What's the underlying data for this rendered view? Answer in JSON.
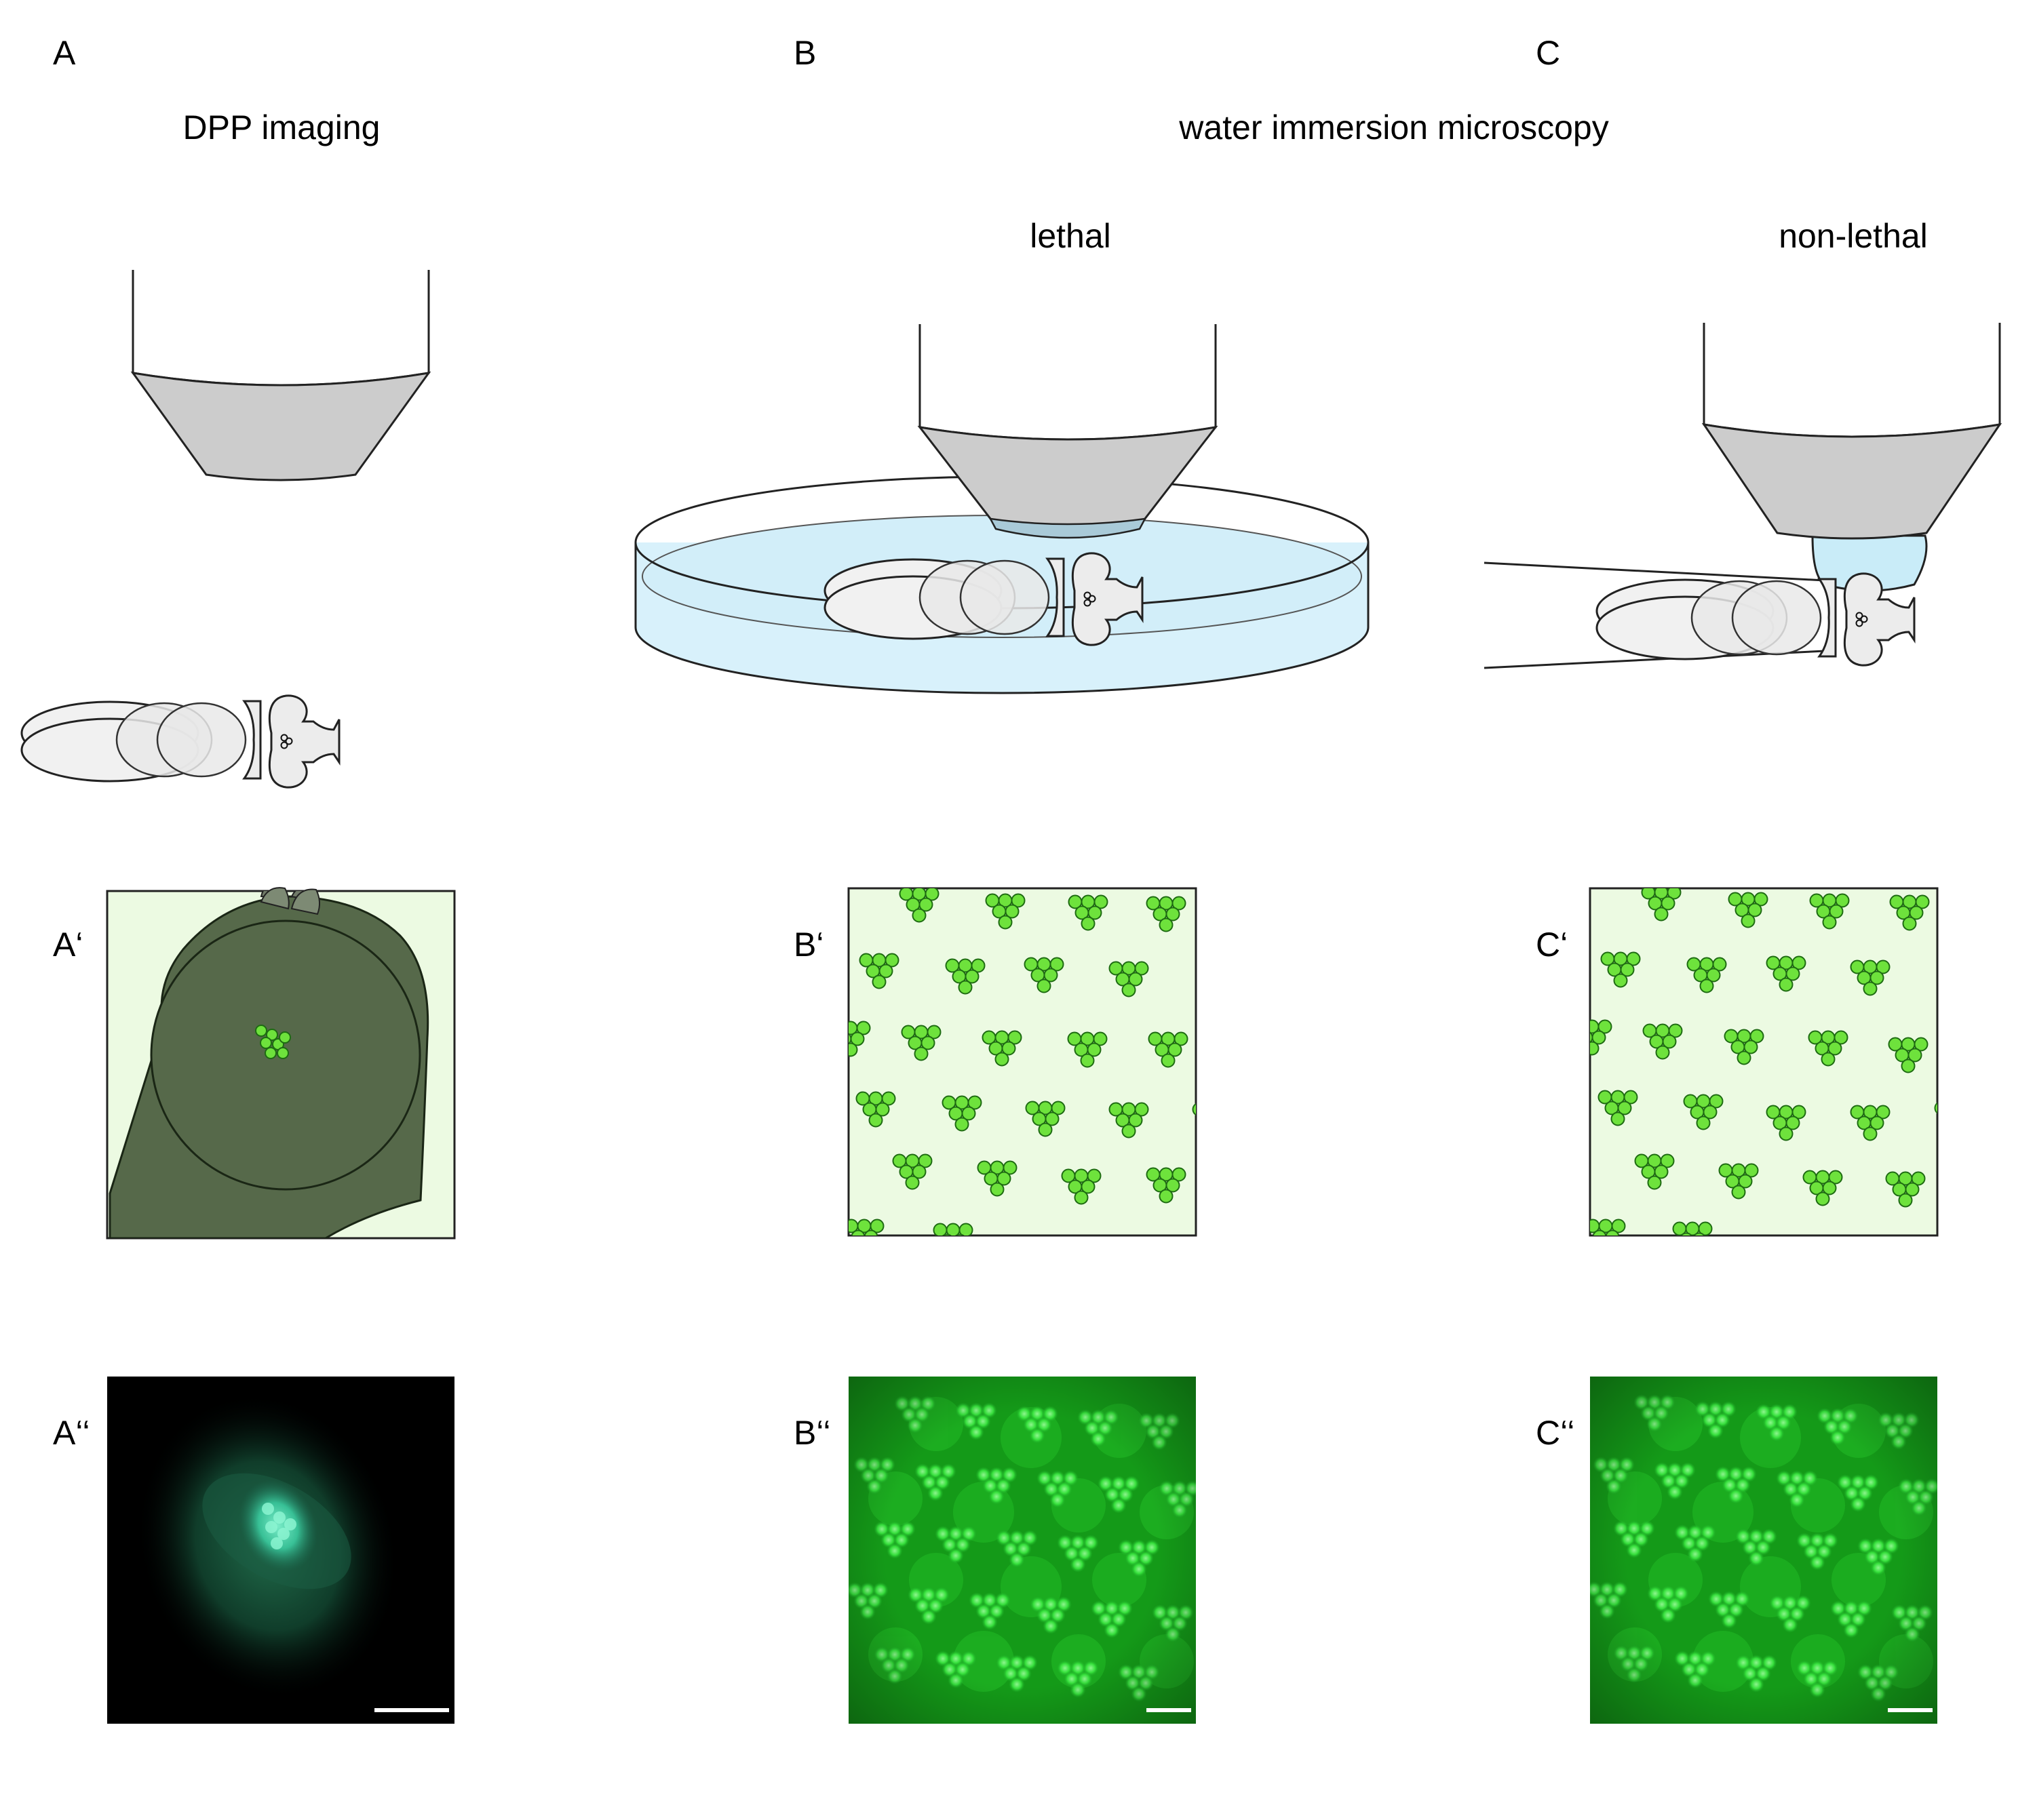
{
  "panels": {
    "A": "A",
    "B": "B",
    "C": "C",
    "A1": "A‘",
    "B1": "B‘",
    "C1": "C‘",
    "A2": "A‘‘",
    "B2": "B‘‘",
    "C2": "C‘‘"
  },
  "headings": {
    "dpp": "DPP imaging",
    "water": "water immersion microscopy",
    "lethal": "lethal",
    "nonlethal": "non-lethal"
  },
  "colors": {
    "objective_gray": "#cccccc",
    "water_blue": "#d8f1fb",
    "water_drop": "#c9ecf8",
    "lens_tip": "#a9cad8",
    "fly_body": "#f1f1f1",
    "ommatidia_bg": "#ecfae2",
    "ommatidia_cell": "#6ee23c",
    "head_dark": "#56694a",
    "scale_bar": "#ffffff"
  },
  "icons": [
    "objective-lens-icon",
    "fly-icon",
    "petri-dish-icon",
    "water-droplet-icon",
    "glass-capillary-icon",
    "scale-bar-icon"
  ]
}
